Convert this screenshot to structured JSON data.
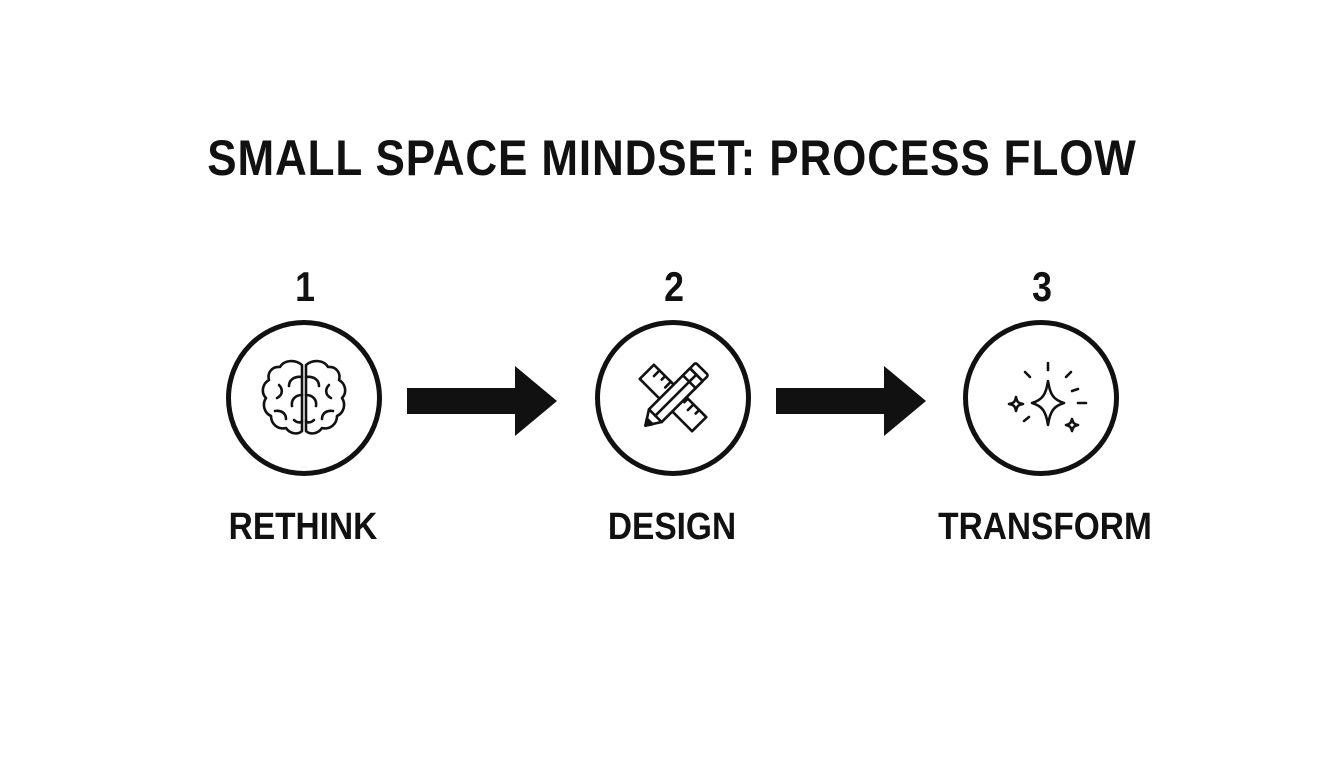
{
  "title": "SMALL SPACE MINDSET: PROCESS FLOW",
  "steps": [
    {
      "number": "1",
      "label": "RETHINK",
      "icon": "brain-icon"
    },
    {
      "number": "2",
      "label": "DESIGN",
      "icon": "pencil-ruler-icon"
    },
    {
      "number": "3",
      "label": "TRANSFORM",
      "icon": "sparkles-icon"
    }
  ],
  "colors": {
    "ink": "#111111",
    "background": "#ffffff"
  }
}
